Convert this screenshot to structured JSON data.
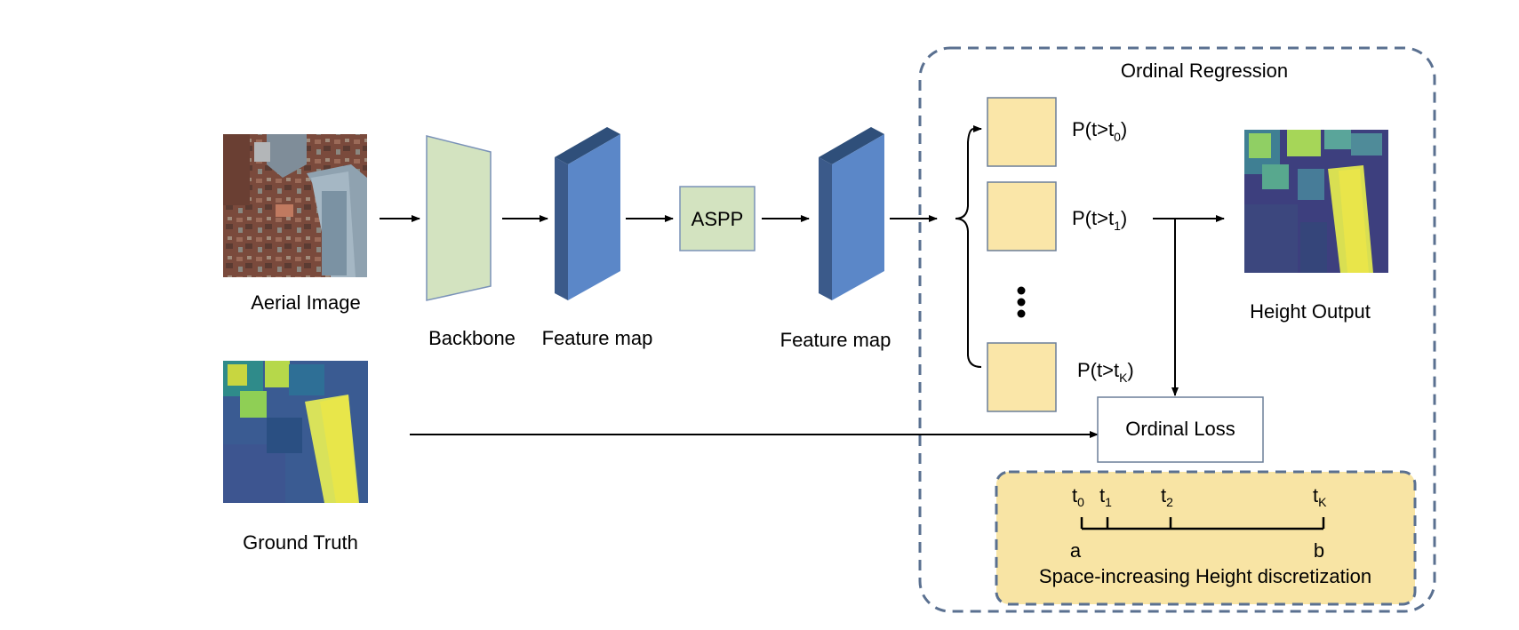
{
  "inputs": {
    "aerial_label": "Aerial Image",
    "ground_truth_label": "Ground Truth"
  },
  "pipeline": {
    "backbone_label": "Backbone",
    "feature_map_1_label": "Feature map",
    "aspp_label": "ASPP",
    "feature_map_2_label": "Feature map"
  },
  "ordinal_regression": {
    "title": "Ordinal Regression",
    "probabilities": [
      {
        "prefix": "P(t>t",
        "sub": "0",
        "suffix": ")"
      },
      {
        "prefix": "P(t>t",
        "sub": "1",
        "suffix": ")"
      },
      {
        "prefix": "P(t>t",
        "sub": "K",
        "suffix": ")"
      }
    ],
    "loss_label": "Ordinal Loss",
    "output_label": "Height Output"
  },
  "discretization": {
    "ticks": [
      {
        "base": "t",
        "sub": "0"
      },
      {
        "base": "t",
        "sub": "1"
      },
      {
        "base": "t",
        "sub": "2"
      },
      {
        "base": "t",
        "sub": "K"
      }
    ],
    "start_label": "a",
    "end_label": "b",
    "caption": "Space-increasing Height discretization"
  },
  "colors": {
    "panel_border": "#5a7090",
    "prob_box_fill": "#fae6a8",
    "prob_box_stroke": "#6b7f99",
    "backbone_fill": "#d3e3c0",
    "backbone_stroke": "#7a92b8",
    "feature_front": "#5b87c8",
    "feature_side": "#3b5a8a",
    "feature_top": "#2f4f7a",
    "discretization_fill": "#f8e4a4"
  },
  "icons": [
    "aerial-rgb-image",
    "ground-truth-heightmap",
    "height-output-heightmap",
    "vertical-ellipsis-icon",
    "curly-brace-icon"
  ]
}
